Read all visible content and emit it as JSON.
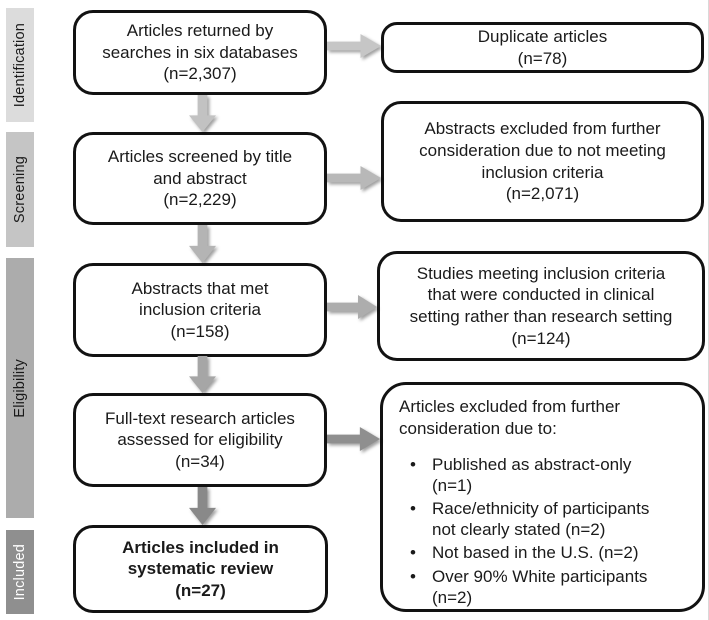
{
  "sidebar": {
    "stages": [
      {
        "label": "Identification",
        "bg": "#dcdcdc",
        "text_color": "#1a1a1a"
      },
      {
        "label": "Screening",
        "bg": "#c5c5c5",
        "text_color": "#1a1a1a"
      },
      {
        "label": "Eligibility",
        "bg": "#acacac",
        "text_color": "#1a1a1a"
      },
      {
        "label": "Included",
        "bg": "#8f8f8f",
        "text_color": "#ffffff"
      }
    ]
  },
  "boxes": {
    "main": [
      {
        "text": "Articles returned by\nsearches in six databases\n(n=2,307)"
      },
      {
        "text": "Articles screened by title\nand abstract\n(n=2,229)"
      },
      {
        "text": "Abstracts that met\ninclusion criteria\n(n=158)"
      },
      {
        "text": "Full-text research articles\nassessed for eligibility\n(n=34)"
      },
      {
        "text": "Articles included in\nsystematic review\n(n=27)"
      }
    ],
    "side": [
      {
        "text": "Duplicate articles\n(n=78)"
      },
      {
        "text": "Abstracts excluded from further\nconsideration due to not meeting\ninclusion criteria\n(n=2,071)"
      },
      {
        "text": "Studies meeting inclusion criteria\nthat were conducted in clinical\nsetting rather than research setting\n(n=124)"
      },
      {
        "heading": "Articles excluded from further\nconsideration due to:",
        "bullets": [
          "Published as abstract-only\n(n=1)",
          "Race/ethnicity of participants\nnot clearly stated (n=2)",
          "Not based in the U.S. (n=2)",
          "Over 90% White participants\n(n=2)"
        ]
      }
    ]
  },
  "arrows": {
    "horizontal": [
      {
        "color": "#c6c6c6"
      },
      {
        "color": "#b8b8b8"
      },
      {
        "color": "#adadad"
      },
      {
        "color": "#8f8f8f"
      }
    ],
    "vertical": [
      {
        "color": "#c2c2c2"
      },
      {
        "color": "#b4b4b4"
      },
      {
        "color": "#a6a6a6"
      },
      {
        "color": "#898989"
      }
    ]
  },
  "border_color": "#121212"
}
